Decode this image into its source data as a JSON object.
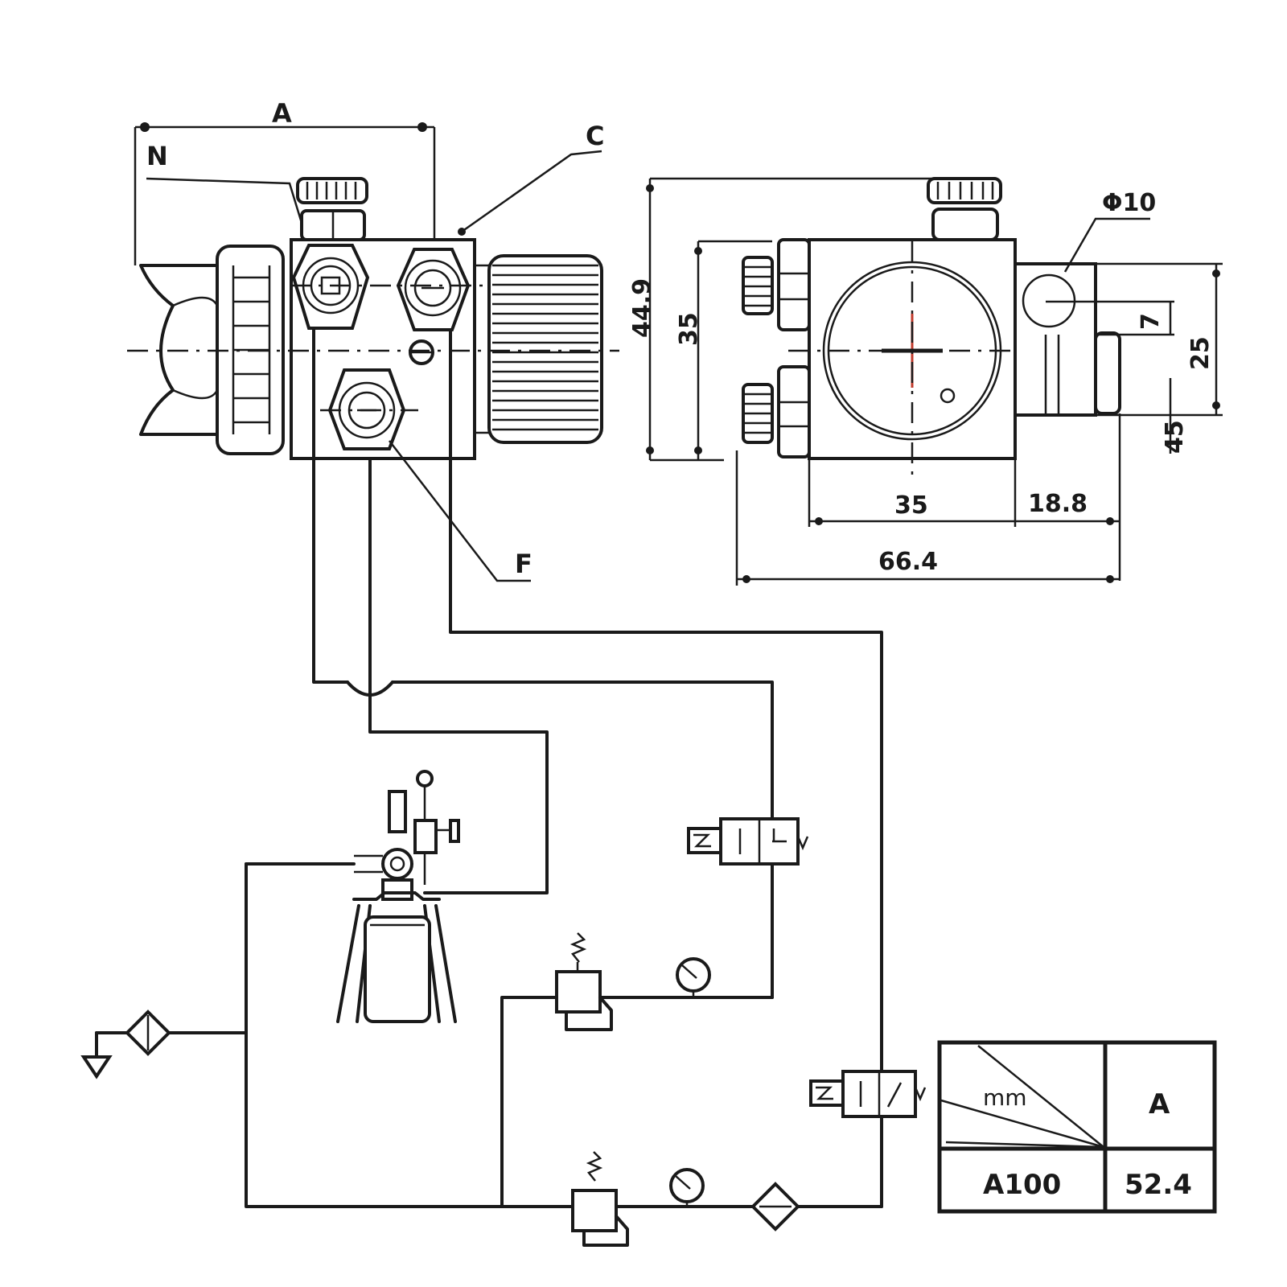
{
  "labels": {
    "dim_a": "A",
    "callout_n": "N",
    "callout_c": "C",
    "callout_f": "F",
    "phi": "Φ10"
  },
  "dimensions": {
    "left_height": "44.9",
    "right_height": "35",
    "body_width": "35",
    "side_width": "18.8",
    "total_width": "66.4",
    "small_gap": "7",
    "port_height": "25",
    "lower_offset": "45"
  },
  "table": {
    "unit": "mm",
    "header_value": "A",
    "model": "A100",
    "value": "52.4"
  }
}
